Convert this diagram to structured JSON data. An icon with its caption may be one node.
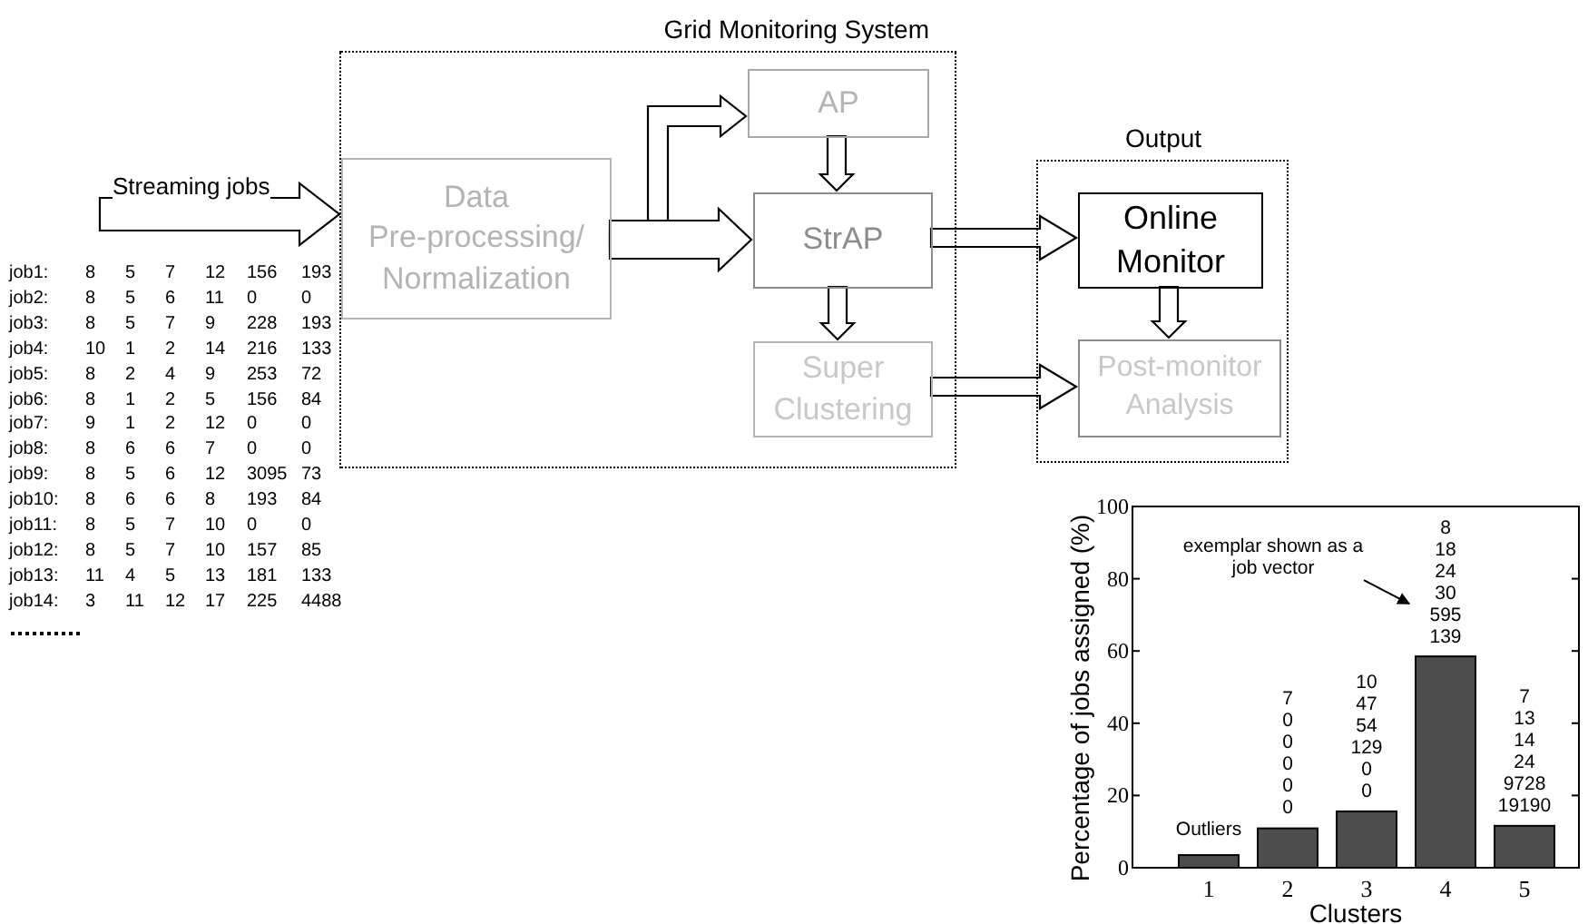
{
  "diagram": {
    "nodes": [
      {
        "text": [
          "Grid Monitoring System"
        ]
      },
      {
        "text": [
          "Data Pre-processing/ Normalization"
        ],
        "in": 0
      },
      {
        "text": [
          "AP"
        ],
        "in": 0
      },
      {
        "text": [
          "StrAP"
        ],
        "in": 0
      },
      {
        "text": [
          "Super Clustering"
        ],
        "in": 0
      },
      {
        "text": [
          "Output"
        ]
      },
      {
        "text": [
          "Online Monitor"
        ],
        "in": 5
      },
      {
        "text": [
          "Post-monitor Analysis"
        ],
        "in": 5
      }
    ],
    "edges": [
      {
        "from": null,
        "to": 1,
        "arrow": "to",
        "label": "Streaming jobs"
      },
      {
        "from": 1,
        "to": 2,
        "arrow": "to"
      },
      {
        "from": 1,
        "to": 3,
        "arrow": "to"
      },
      {
        "from": 2,
        "to": 3,
        "arrow": "to"
      },
      {
        "from": 3,
        "to": 4,
        "arrow": "to"
      },
      {
        "from": 3,
        "to": 6,
        "arrow": "to"
      },
      {
        "from": 4,
        "to": 7,
        "arrow": "to"
      },
      {
        "from": 6,
        "to": 7,
        "arrow": "to"
      }
    ],
    "labels": [
      "job1:",
      "8",
      "5",
      "7",
      "12",
      "156",
      "193",
      "job2:",
      "8",
      "5",
      "6",
      "11",
      "0",
      "0",
      "job3:",
      "8",
      "5",
      "7",
      "9",
      "228",
      "193",
      "job4:",
      "10",
      "1",
      "2",
      "14",
      "216",
      "133",
      "job5:",
      "8",
      "2",
      "4",
      "9",
      "253",
      "72",
      "job6:",
      "8",
      "1",
      "2",
      "5",
      "156",
      "84",
      "job7:",
      "9",
      "1",
      "2",
      "12",
      "0",
      "0",
      "job8:",
      "8",
      "6",
      "6",
      "7",
      "0",
      "0",
      "job9:",
      "8",
      "5",
      "6",
      "12",
      "3095",
      "73",
      "job10:",
      "8",
      "6",
      "6",
      "8",
      "193",
      "84",
      "job11:",
      "8",
      "5",
      "7",
      "10",
      "0",
      "0",
      "job12:",
      "8",
      "5",
      "7",
      "10",
      "157",
      "85",
      "job13:",
      "11",
      "4",
      "5",
      "13",
      "181",
      "133",
      "job14:",
      "3",
      "11",
      "12",
      "17",
      "225",
      "4488"
    ],
    "chart_data": {
      "type": "bar",
      "xlabel": "Clusters",
      "ylabel": "Percentage of jobs assigned (%)",
      "categories": [
        "1",
        "2",
        "3",
        "4",
        "5"
      ],
      "values": [
        3.5,
        10.9,
        15.6,
        58.5,
        11.6
      ],
      "ylim": [
        0,
        100
      ],
      "yticks": [
        0,
        20,
        40,
        60,
        80,
        100
      ],
      "annotations": [
        "Outliers",
        {
          "x": "2",
          "text": [
            "7",
            "0",
            "0",
            "0",
            "0",
            "0"
          ]
        },
        {
          "x": "3",
          "text": [
            "10",
            "47",
            "54",
            "129",
            "0",
            "0"
          ]
        },
        "exemplar shown as a job vector",
        {
          "x": "4",
          "text": [
            "8",
            "18",
            "24",
            "30",
            "595",
            "139"
          ]
        },
        {
          "x": "5",
          "text": [
            "7",
            "13",
            "14",
            "24",
            "9728",
            "19190"
          ]
        }
      ]
    }
  }
}
